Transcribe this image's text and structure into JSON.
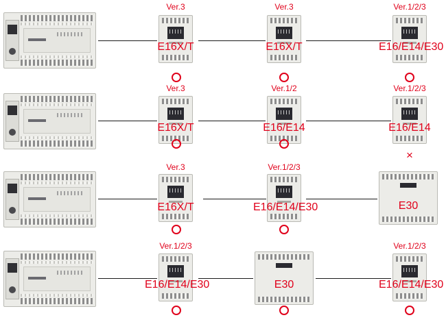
{
  "rows": [
    {
      "ver1": "Ver.3",
      "model1": "E16X/T",
      "ver2": "Ver.3",
      "model2": "E16X/T",
      "ver3": "Ver.1/2/3",
      "model3": "E16/E14/E30",
      "mark3": "circle"
    },
    {
      "ver1": "Ver.3",
      "model1": "E16X/T",
      "ver2": "Ver.1/2",
      "model2": "E16/E14",
      "ver3": "Ver.1/2/3",
      "model3": "E16/E14",
      "mark3": "×"
    },
    {
      "ver1": "Ver.3",
      "model1": "E16X/T",
      "ver2": "Ver.1/2/3",
      "model2": "E16/E14/E30",
      "model3": "E30",
      "mark3": "none"
    },
    {
      "ver1": "Ver.1/2/3",
      "model1": "E16/E14/E30",
      "model2": "E30",
      "ver3": "Ver.1/2/3",
      "model3": "E16/E14/E30",
      "mark3": "circle"
    }
  ],
  "colors": {
    "accent": "#e0001a",
    "line": "#1a1a1a"
  }
}
